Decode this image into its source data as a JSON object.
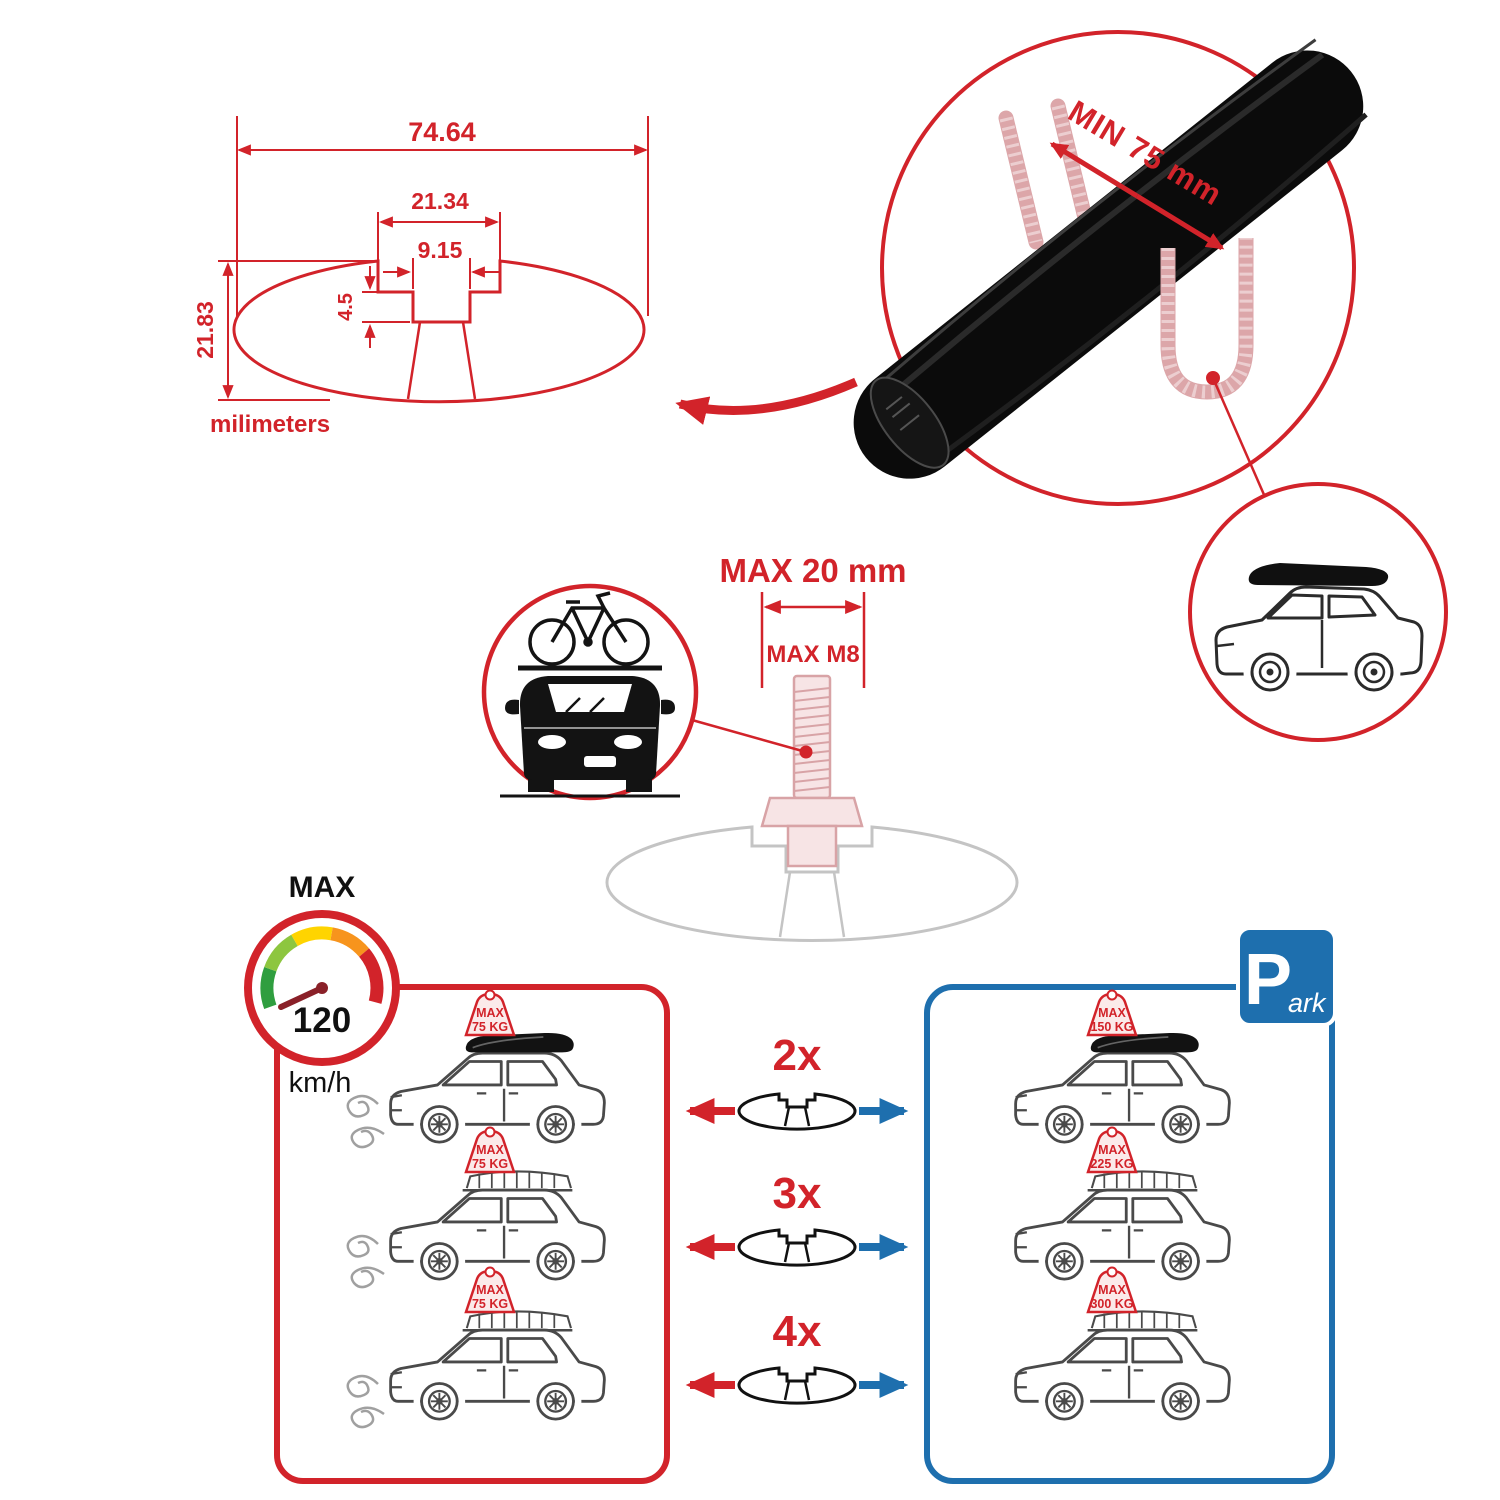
{
  "colors": {
    "red": "#d2232a",
    "blue": "#1e6fae",
    "black": "#0b0b0b",
    "faded_red": "#dca6a9",
    "gray_profile": "#c4c4c4"
  },
  "profile_drawing": {
    "total_width": "74.64",
    "channel_width": "21.34",
    "slot_width": "9.15",
    "slot_depth": "4.5",
    "total_height": "21.83",
    "units": "milimeters"
  },
  "crossbar_detail": {
    "min_span": "MIN 75 mm"
  },
  "bolt_detail": {
    "max_width": "MAX 20 mm",
    "max_thread": "MAX M8"
  },
  "speed_gauge": {
    "label": "MAX",
    "value": "120",
    "units": "km/h"
  },
  "parking_sign": {
    "letter": "P",
    "rest": "ark"
  },
  "multipliers": {
    "row1": "2x",
    "row2": "3x",
    "row3": "4x"
  },
  "driving_loads": {
    "row1": {
      "line1": "MAX",
      "line2": "75 KG"
    },
    "row2": {
      "line1": "MAX",
      "line2": "75 KG"
    },
    "row3": {
      "line1": "MAX",
      "line2": "75 KG"
    }
  },
  "parked_loads": {
    "row1": {
      "line1": "MAX",
      "line2": "150 KG"
    },
    "row2": {
      "line1": "MAX",
      "line2": "225 KG"
    },
    "row3": {
      "line1": "MAX",
      "line2": "300 KG"
    }
  }
}
